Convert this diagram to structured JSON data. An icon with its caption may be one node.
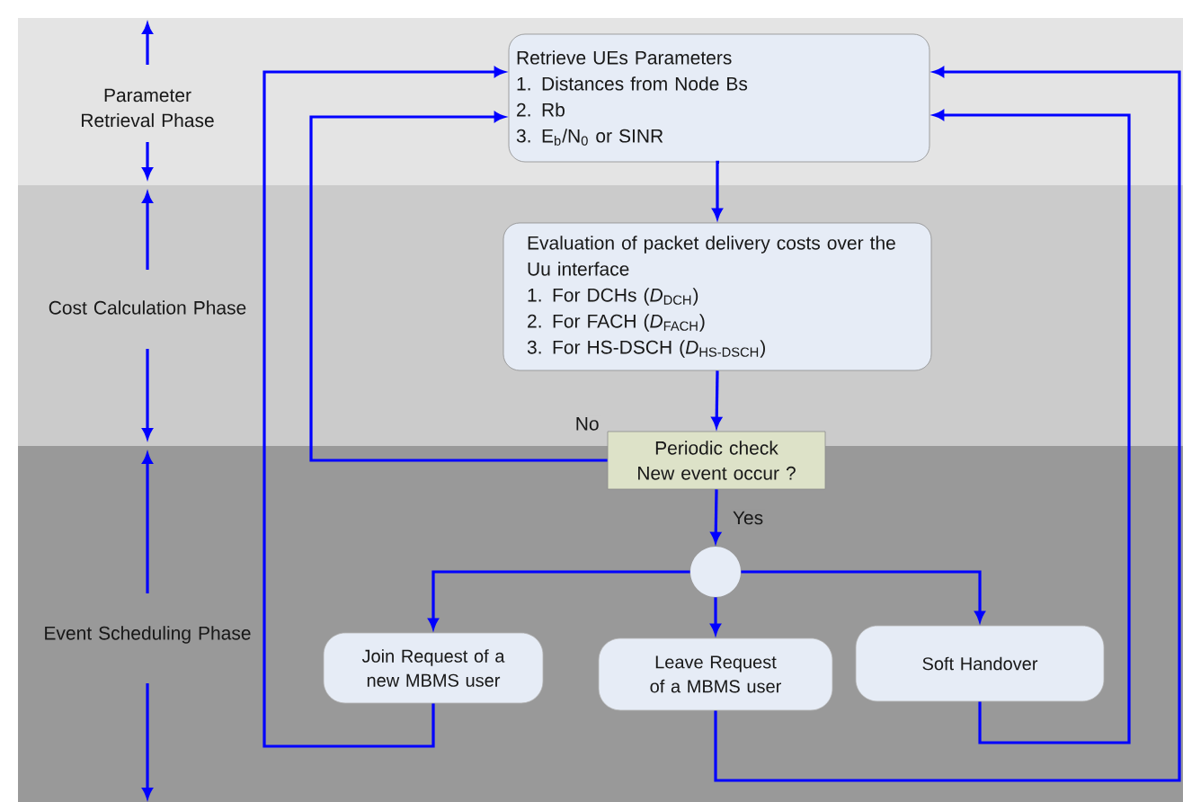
{
  "diagram": {
    "nodes": [
      {
        "text": [
          "Parameter Retrieval Phase"
        ]
      },
      {
        "text": [
          "Cost Calculation Phase"
        ]
      },
      {
        "text": [
          "Event Scheduling Phase"
        ]
      },
      {
        "text": [
          "Retrieve UEs Parameters",
          "1. Distances from Node Bs",
          "2. Rb",
          "3. E$_{b}$/N$_{0}$ or SINR"
        ],
        "in": 0
      },
      {
        "text": [
          "Evaluation of packet delivery costs over the Uu interface",
          "1. For DCHs (*D*$_{DCH}$)",
          "2. For FACH (*D*$_{FACH}$)",
          "3. For HS-DSCH (*D*$_{HS-DSCH}$)"
        ],
        "in": 1
      },
      {
        "text": [
          "Periodic check New event occur ?"
        ]
      },
      {
        "text": [],
        "shape": "circle",
        "in": 2
      },
      {
        "text": [
          "Join Request of a new MBMS user"
        ],
        "in": 2
      },
      {
        "text": [
          "Leave Request of a MBMS user"
        ],
        "in": 2
      },
      {
        "text": [
          "Soft Handover"
        ],
        "in": 2
      }
    ],
    "edges": [
      {
        "from": 3,
        "to": 4,
        "arrow": "to"
      },
      {
        "from": 4,
        "to": 5,
        "arrow": "to"
      },
      {
        "from": 5,
        "to": 3,
        "arrow": "to",
        "label": "No"
      },
      {
        "from": 5,
        "to": 6,
        "arrow": "to",
        "label": "Yes"
      },
      {
        "from": 6,
        "to": 7,
        "arrow": "to"
      },
      {
        "from": 6,
        "to": 8,
        "arrow": "to"
      },
      {
        "from": 6,
        "to": 9,
        "arrow": "to"
      },
      {
        "from": 7,
        "to": 3,
        "arrow": "to"
      },
      {
        "from": 9,
        "to": 3,
        "arrow": "to"
      },
      {
        "from": 8,
        "to": 3,
        "arrow": "to"
      }
    ]
  }
}
